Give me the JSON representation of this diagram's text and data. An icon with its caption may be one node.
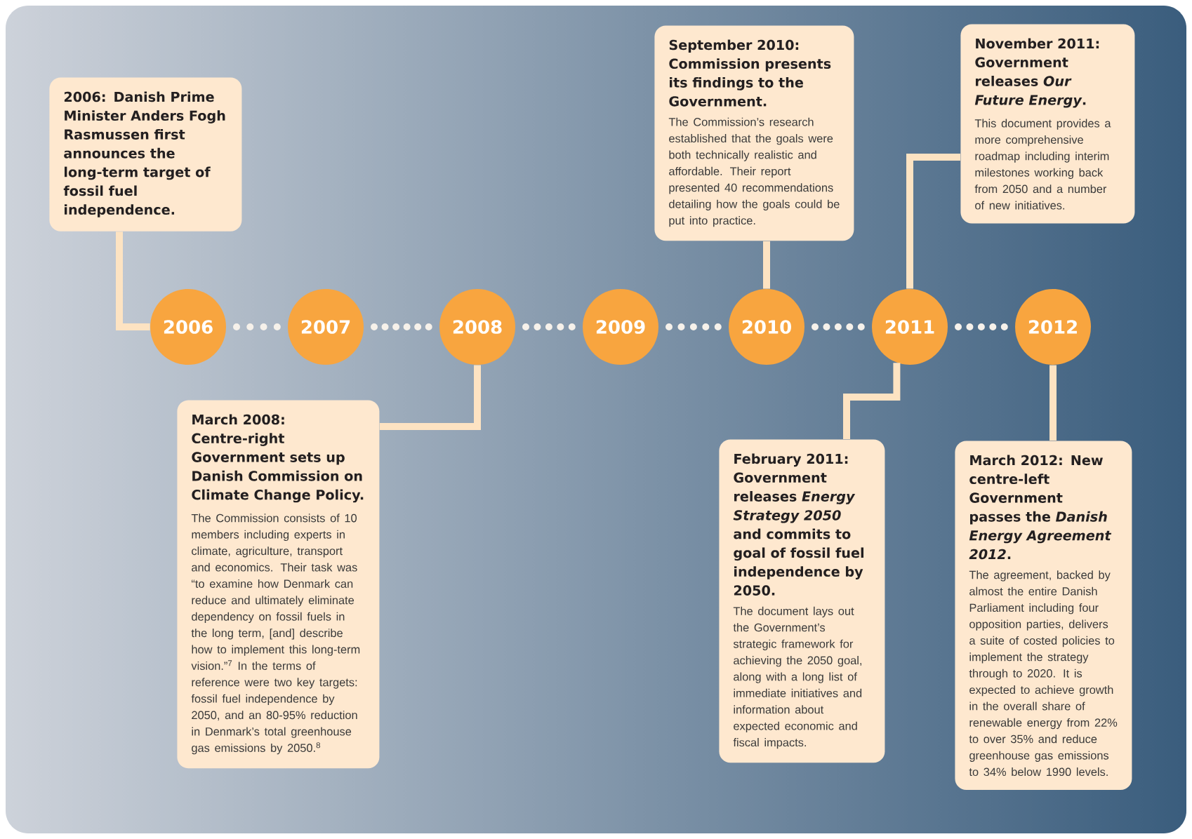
{
  "diagram": {
    "nodes": [
      {
        "text": [
          "2006: Danish Prime Minister Anders Fogh Rasmussen first announces the long-term target of fossil fuel independence."
        ]
      },
      {
        "text": [
          "September 2010: Commission presents its findings to the Government.",
          "The Commission’s research established that the goals were both technically realistic and affordable. Their report presented 40 recommendations detailing how the goals could be put into practice."
        ]
      },
      {
        "text": [
          "November 2011: Government releases *Our Future Energy*.",
          "This document provides a more comprehensive roadmap including interim milestones working back from 2050 and a number of new initiatives."
        ]
      },
      {
        "text": [
          "2006"
        ]
      },
      {
        "text": [
          "2007"
        ]
      },
      {
        "text": [
          "2008"
        ]
      },
      {
        "text": [
          "2009"
        ]
      },
      {
        "text": [
          "2010"
        ]
      },
      {
        "text": [
          "2011"
        ]
      },
      {
        "text": [
          "2012"
        ]
      },
      {
        "text": [
          "March 2008: Centre-right Government sets up Danish Commission on Climate Change Policy.",
          "The Commission consists of 10 members including experts in climate, agriculture, transport and economics. Their task was “to examine how Denmark can reduce and ultimately eliminate dependency on fossil fuels in the long term, [and] describe how to implement this long-term vision.”$^{7}$ In the terms of reference were two key targets: fossil fuel independence by 2050, and an 80-95% reduction in Denmark’s total greenhouse gas emissions by 2050.$^{8}$"
        ]
      },
      {
        "text": [
          "February 2011: Government releases *Energy Strategy 2050* and commits to goal of fossil fuel independence by 2050.",
          "The document lays out the Government’s strategic framework for achieving the 2050 goal, along with a long list of immediate initiatives and information about expected economic and fiscal impacts."
        ]
      },
      {
        "text": [
          "March 2012: New centre-left Government passes the *Danish Energy Agreement 2012*.",
          "The agreement, backed by almost the entire Danish Parliament including four opposition parties, delivers a suite of costed policies to implement the strategy through to 2020. It is expected to achieve growth in the overall share of renewable energy from 22% to over 35% and reduce greenhouse gas emissions to 34% below 1990 levels."
        ]
      }
    ],
    "edges": [
      {
        "from": 3,
        "to": 4,
        "arrow": "none",
        "style": "dashed",
        "color": "#f6f1ea"
      },
      {
        "from": 4,
        "to": 5,
        "arrow": "none",
        "style": "dashed",
        "color": "#f6f1ea"
      },
      {
        "from": 5,
        "to": 6,
        "arrow": "none",
        "style": "dashed",
        "color": "#f6f1ea"
      },
      {
        "from": 6,
        "to": 7,
        "arrow": "none",
        "style": "dashed",
        "color": "#f6f1ea"
      },
      {
        "from": 7,
        "to": 8,
        "arrow": "none",
        "style": "dashed",
        "color": "#f6f1ea"
      },
      {
        "from": 8,
        "to": 9,
        "arrow": "none",
        "style": "dashed",
        "color": "#f6f1ea"
      },
      {
        "from": 3,
        "to": 0,
        "arrow": "none"
      },
      {
        "from": 7,
        "to": 1,
        "arrow": "none"
      },
      {
        "from": 8,
        "to": 2,
        "arrow": "none"
      },
      {
        "from": 5,
        "to": 10,
        "arrow": "none"
      },
      {
        "from": 8,
        "to": 11,
        "arrow": "none"
      },
      {
        "from": 9,
        "to": 12,
        "arrow": "none"
      }
    ]
  }
}
